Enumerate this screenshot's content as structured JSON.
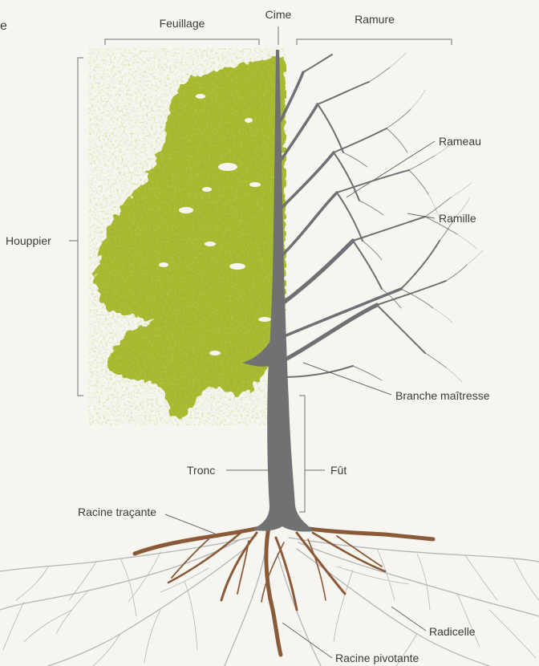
{
  "colors": {
    "background": "#f6f5f0",
    "foliage": "#a6b92d",
    "foliage_shadow": "#7f9a1f",
    "trunk": "#707173",
    "branches": "#6f7073",
    "roots": "#8a5a38",
    "fine_roots": "#9aa0a6",
    "label_text": "#3b3b3b",
    "edge_text": "#2f6f2f"
  },
  "cropped_edge_text": "e",
  "labels": {
    "feuillage": "Feuillage",
    "cime": "Cime",
    "ramure": "Ramure",
    "houppier": "Houppier",
    "rameau": "Rameau",
    "ramille": "Ramille",
    "branche_maitresse": "Branche maîtresse",
    "tronc": "Tronc",
    "fut": "Fût",
    "racine_tracante": "Racine traçante",
    "radicelle": "Radicelle",
    "racine_pivotante": "Racine pivotante"
  }
}
